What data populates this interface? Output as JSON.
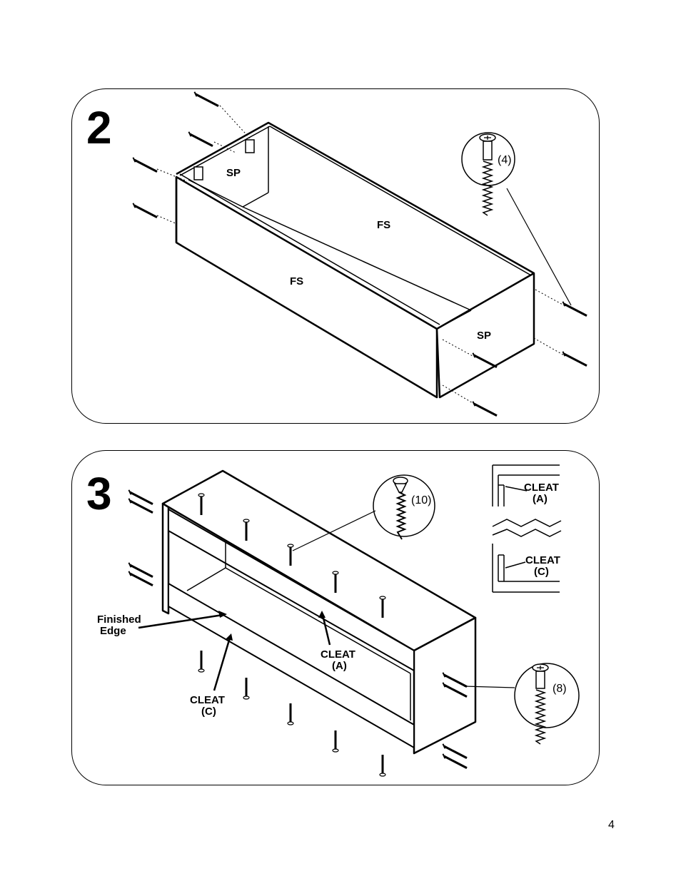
{
  "step2": {
    "number": "2",
    "labels": {
      "sp_left": "SP",
      "fs_back": "FS",
      "fs_front": "FS",
      "sp_right": "SP"
    },
    "screw_qty": "(4)"
  },
  "step3": {
    "number": "3",
    "screw_qty_top": "(10)",
    "screw_qty_side": "(8)",
    "finished_edge": [
      "Finished",
      "Edge"
    ],
    "cleat_a": [
      "CLEAT",
      "(A)"
    ],
    "cleat_c": [
      "CLEAT",
      "(C)"
    ],
    "detail_cleat_a": [
      "CLEAT",
      "(A)"
    ],
    "detail_cleat_c": [
      "CLEAT",
      "(C)"
    ]
  },
  "page_number": "4",
  "colors": {
    "ink": "#000000",
    "paper": "#ffffff"
  }
}
